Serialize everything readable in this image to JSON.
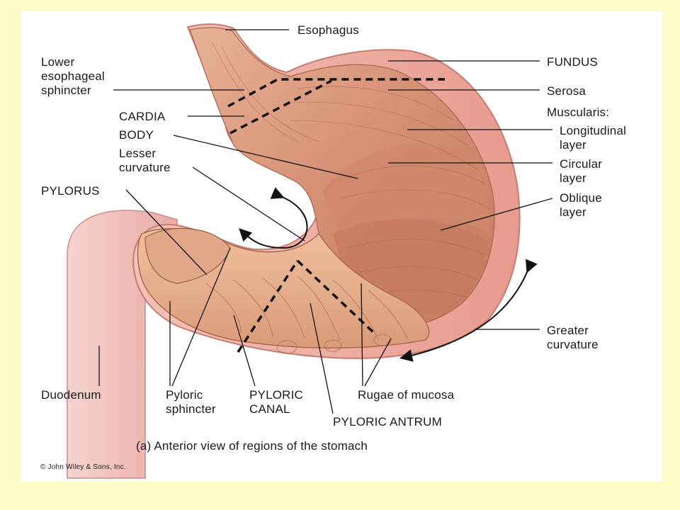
{
  "labels": {
    "esophagus": "Esophagus",
    "lower_esophageal_sphincter": "Lower\nesophageal\nsphincter",
    "cardia": "CARDIA",
    "body": "BODY",
    "lesser_curvature": "Lesser\ncurvature",
    "pylorus": "PYLORUS",
    "fundus": "FUNDUS",
    "serosa": "Serosa",
    "muscularis": "Muscularis:",
    "longitudinal_layer": "Longitudinal\nlayer",
    "circular_layer": "Circular\nlayer",
    "oblique_layer": "Oblique\nlayer",
    "greater_curvature": "Greater\ncurvature",
    "duodenum": "Duodenum",
    "pyloric_sphincter": "Pyloric\nsphincter",
    "pyloric_canal": "PYLORIC\nCANAL",
    "rugae_of_mucosa": "Rugae of mucosa",
    "pyloric_antrum": "PYLORIC ANTRUM"
  },
  "caption": "(a) Anterior view of regions of the stomach",
  "copyright": "© John Wiley & Sons, Inc.",
  "colors": {
    "background": "#fdfbc5",
    "muscle": "#d99a7f",
    "muscle_dark": "#b86e55",
    "serosa": "#f1b7ad",
    "duodenum": "#f4c4c0",
    "mucosa": "#e8b08e",
    "leader": "#111111"
  }
}
